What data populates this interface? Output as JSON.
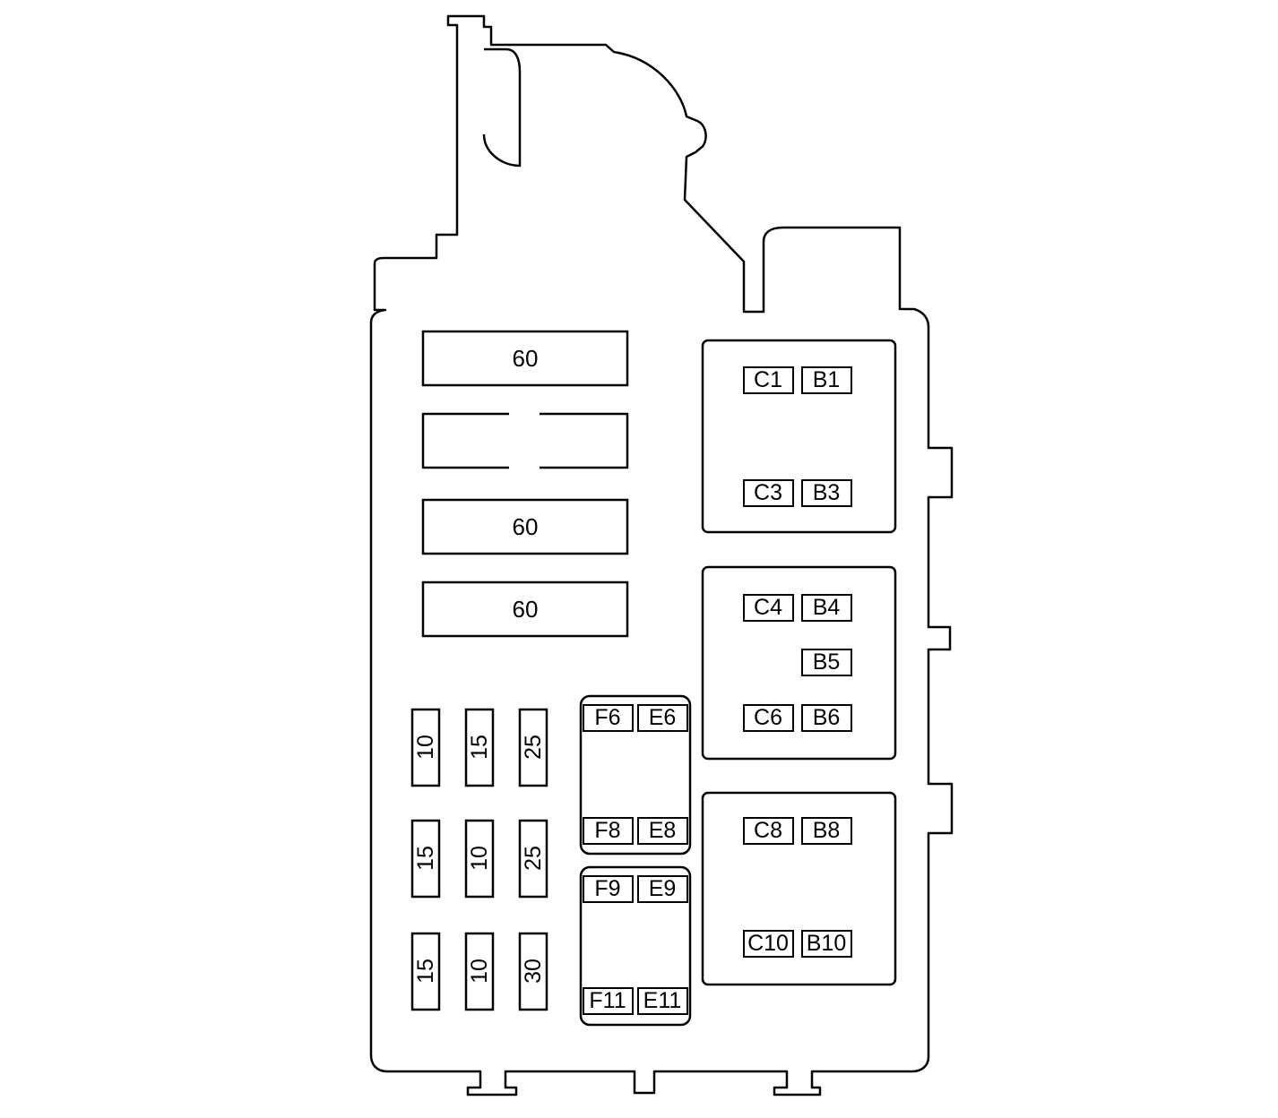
{
  "maxi_fuses": [
    {
      "id": "maxi-1",
      "label": "60"
    },
    {
      "id": "maxi-2",
      "label": ""
    },
    {
      "id": "maxi-3",
      "label": "60"
    },
    {
      "id": "maxi-4",
      "label": "60"
    }
  ],
  "mini_fuses": [
    [
      "10",
      "15",
      "25"
    ],
    [
      "15",
      "10",
      "25"
    ],
    [
      "15",
      "10",
      "30"
    ]
  ],
  "relay_blocks_left": [
    {
      "top": [
        "F6",
        "E6"
      ],
      "bottom": [
        "F8",
        "E8"
      ]
    },
    {
      "top": [
        "F9",
        "E9"
      ],
      "bottom": [
        "F11",
        "E11"
      ]
    }
  ],
  "relay_blocks_right": [
    {
      "rows": [
        [
          "C1",
          "B1"
        ],
        [
          "C3",
          "B3"
        ]
      ]
    },
    {
      "rows": [
        [
          "C4",
          "B4"
        ],
        [
          "",
          "B5"
        ],
        [
          "C6",
          "B6"
        ]
      ]
    },
    {
      "rows": [
        [
          "C8",
          "B8"
        ],
        [
          "C10",
          "B10"
        ]
      ]
    }
  ]
}
